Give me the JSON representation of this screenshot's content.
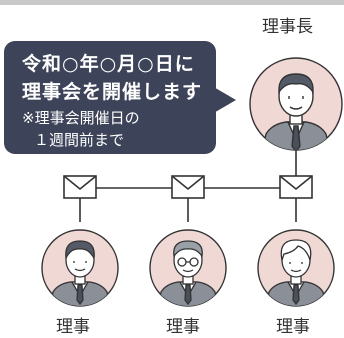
{
  "message": {
    "line1": "令和○年○月○日に",
    "line2": "理事会を開催します",
    "line3": "※理事会開催日の",
    "line4": "１週間前まで"
  },
  "chair_label": "理事長",
  "member_label": "理事",
  "colors": {
    "bubble_bg": "#3d4459",
    "circle_fill": "#f0d8d5",
    "suit": "#8a8f98",
    "outline": "#333333"
  }
}
